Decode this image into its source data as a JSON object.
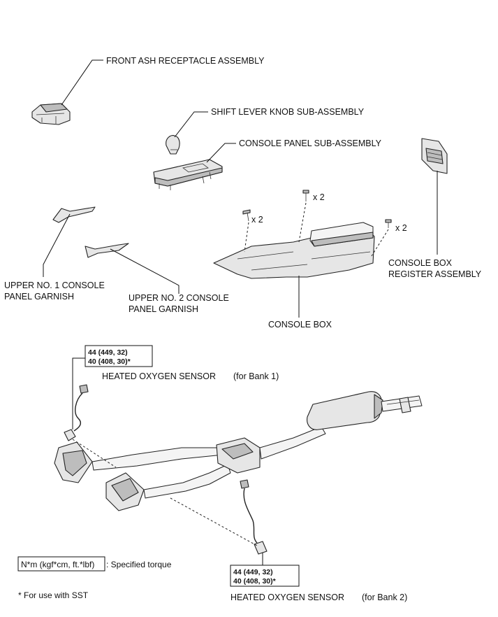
{
  "labels": {
    "front_ash": "FRONT ASH RECEPTACLE ASSEMBLY",
    "shift_knob": "SHIFT LEVER KNOB SUB-ASSEMBLY",
    "console_panel": "CONSOLE PANEL SUB-ASSEMBLY",
    "upper1_line1": "UPPER NO. 1 CONSOLE",
    "upper1_line2": "PANEL GARNISH",
    "upper2_line1": "UPPER NO. 2 CONSOLE",
    "upper2_line2": "PANEL GARNISH",
    "console_box": "CONSOLE BOX",
    "register_line1": "CONSOLE BOX",
    "register_line2": "REGISTER ASSEMBLY",
    "qty_a": "x 2",
    "qty_b": "x 2",
    "qty_c": "x 2",
    "sensor_bank1": "HEATED OXYGEN SENSOR",
    "sensor_bank1_note": "(for Bank 1)",
    "sensor_bank2": "HEATED OXYGEN SENSOR",
    "sensor_bank2_note": "(for Bank 2)"
  },
  "torque_bank1": {
    "line1": "44 (449, 32)",
    "line2": "40 (408, 30)*"
  },
  "torque_bank2": {
    "line1": "44 (449, 32)",
    "line2": "40 (408, 30)*"
  },
  "legend": {
    "unit_box": "N*m (kgf*cm, ft.*lbf)",
    "unit_desc": ": Specified torque",
    "sst_note": "* For use with SST"
  }
}
